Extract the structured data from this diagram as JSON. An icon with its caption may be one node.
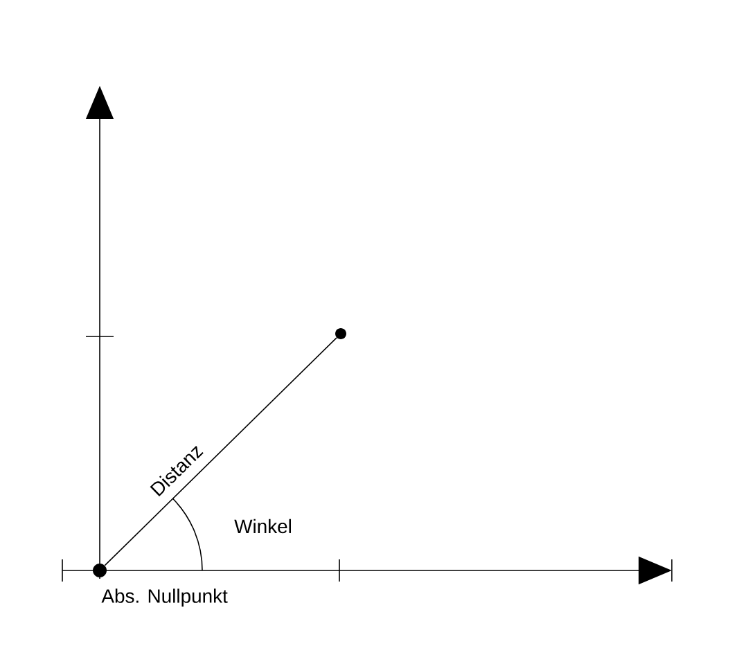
{
  "diagram": {
    "nodes": [
      {
        "text": [],
        "shape": "circle",
        "beside": [
          "Abs. Nullpunkt"
        ]
      },
      {
        "text": [],
        "shape": "circle"
      }
    ],
    "edges": [
      {
        "from": 0,
        "to": 1,
        "arrow": "none",
        "label": "Distanz"
      }
    ],
    "labels": [
      "Winkel"
    ]
  }
}
